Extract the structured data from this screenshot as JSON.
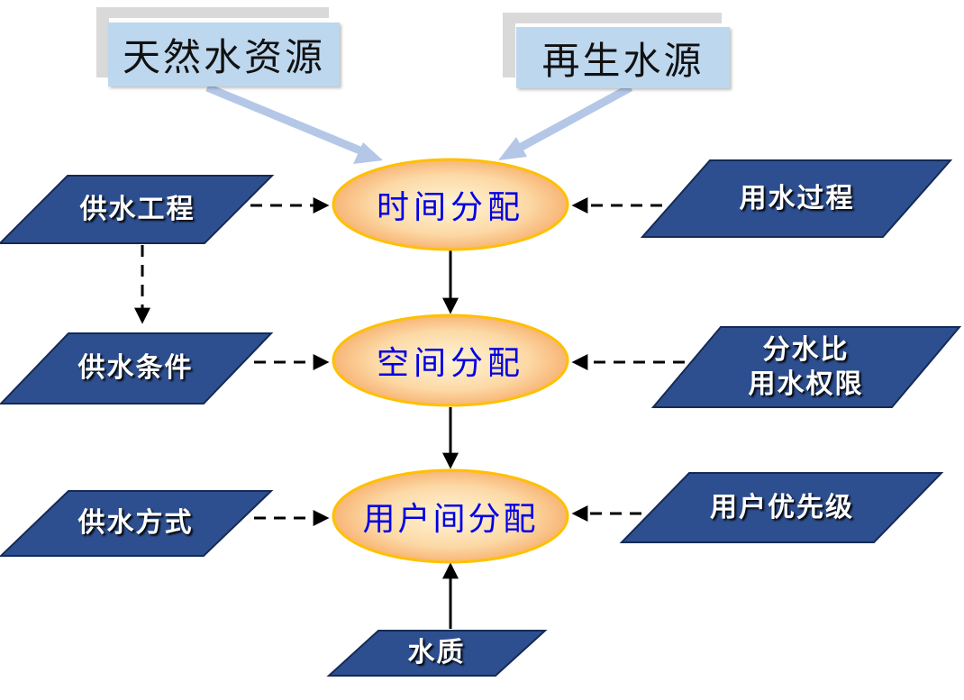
{
  "sources": {
    "natural": "天然水资源",
    "recycled": "再生水源"
  },
  "center": {
    "time_allocation": "时间分配",
    "space_allocation": "空间分配",
    "user_allocation": "用户间分配"
  },
  "left": {
    "supply_project": "供水工程",
    "supply_condition": "供水条件",
    "supply_method": "供水方式"
  },
  "right": {
    "water_process": "用水过程",
    "water_rights_line1": "分水比",
    "water_rights_line2": "用水权限",
    "user_priority": "用户优先级"
  },
  "bottom": {
    "water_quality": "水质"
  },
  "colors": {
    "parallelogram_fill": "#2e4f8f",
    "source_fill": "#bdd7ee",
    "ellipse_edge": "#ffc000",
    "ellipse_center": "#fff2d0",
    "ellipse_outer": "#f8a85c",
    "arrow_light": "#b4c7e7",
    "label_blue": "#0000e6"
  }
}
